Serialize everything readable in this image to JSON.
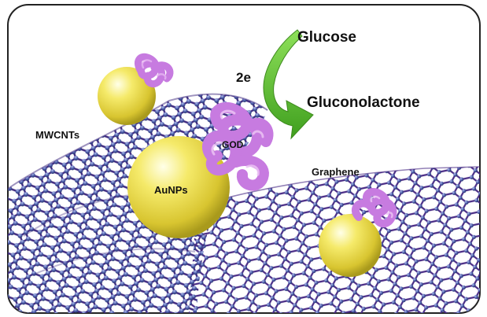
{
  "labels": {
    "glucose": "Glucose",
    "electrons": "2e",
    "gluconolactone": "Gluconolactone",
    "mwcnts": "MWCNTs",
    "god": "GOD",
    "aunps": "AuNPs",
    "graphene": "Graphene"
  },
  "colors": {
    "frame": "#222222",
    "lattice_bond": "#4a2c86",
    "lattice_atom": "#4a5aa8",
    "gold_particle": "#f3e65a",
    "enzyme": "#c77be0",
    "arrow": "#6fcf3a",
    "text": "#111111"
  }
}
